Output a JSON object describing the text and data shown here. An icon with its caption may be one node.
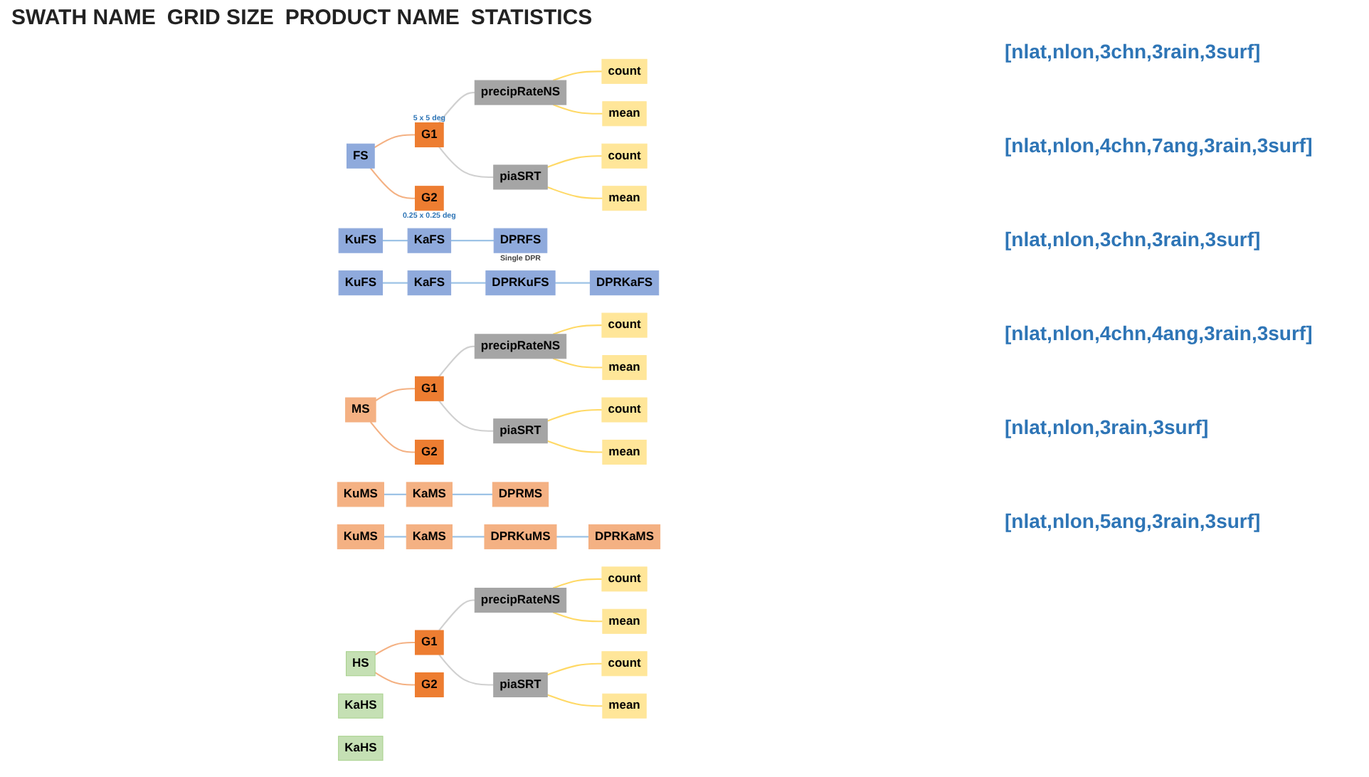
{
  "diagram": {
    "nodes": [
      {
        "text": [
          "FS"
        ]
      },
      {
        "text": [
          "G1"
        ],
        "beside": [
          "5 x 5 deg"
        ]
      },
      {
        "text": [
          "G2"
        ],
        "beside": [
          "0.25 x 0.25 deg"
        ]
      },
      {
        "text": [
          "precipRateNS"
        ]
      },
      {
        "text": [
          "piaSRT"
        ]
      },
      {
        "text": [
          "count"
        ]
      },
      {
        "text": [
          "mean"
        ]
      },
      {
        "text": [
          "count"
        ]
      },
      {
        "text": [
          "mean"
        ]
      },
      {
        "text": [
          "KuFS"
        ]
      },
      {
        "text": [
          "KaFS"
        ]
      },
      {
        "text": [
          "DPRFS"
        ],
        "beside": [
          "Single DPR"
        ]
      },
      {
        "text": [
          "KuFS"
        ]
      },
      {
        "text": [
          "KaFS"
        ]
      },
      {
        "text": [
          "DPRKuFS"
        ]
      },
      {
        "text": [
          "DPRKaFS"
        ]
      },
      {
        "text": [
          "MS"
        ]
      },
      {
        "text": [
          "G1"
        ]
      },
      {
        "text": [
          "G2"
        ]
      },
      {
        "text": [
          "precipRateNS"
        ]
      },
      {
        "text": [
          "piaSRT"
        ]
      },
      {
        "text": [
          "count"
        ]
      },
      {
        "text": [
          "mean"
        ]
      },
      {
        "text": [
          "count"
        ]
      },
      {
        "text": [
          "mean"
        ]
      },
      {
        "text": [
          "KuMS"
        ]
      },
      {
        "text": [
          "KaMS"
        ]
      },
      {
        "text": [
          "DPRMS"
        ]
      },
      {
        "text": [
          "KuMS"
        ]
      },
      {
        "text": [
          "KaMS"
        ]
      },
      {
        "text": [
          "DPRKuMS"
        ]
      },
      {
        "text": [
          "DPRKaMS"
        ]
      },
      {
        "text": [
          "HS"
        ]
      },
      {
        "text": [
          "G1"
        ]
      },
      {
        "text": [
          "G2"
        ]
      },
      {
        "text": [
          "precipRateNS"
        ]
      },
      {
        "text": [
          "piaSRT"
        ]
      },
      {
        "text": [
          "count"
        ]
      },
      {
        "text": [
          "mean"
        ]
      },
      {
        "text": [
          "count"
        ]
      },
      {
        "text": [
          "mean"
        ]
      },
      {
        "text": [
          "KaHS"
        ]
      },
      {
        "text": [
          "KaHS"
        ]
      }
    ],
    "edges": [
      {
        "from": 0,
        "to": 1,
        "arrow": "none",
        "color": "#f4b183"
      },
      {
        "from": 0,
        "to": 2,
        "arrow": "none",
        "color": "#f4b183"
      },
      {
        "from": 1,
        "to": 3,
        "arrow": "none",
        "color": "#d0d0d0"
      },
      {
        "from": 1,
        "to": 4,
        "arrow": "none",
        "color": "#d0d0d0"
      },
      {
        "from": 3,
        "to": 5,
        "arrow": "none"
      },
      {
        "from": 3,
        "to": 6,
        "arrow": "none"
      },
      {
        "from": 4,
        "to": 7,
        "arrow": "none"
      },
      {
        "from": 4,
        "to": 8,
        "arrow": "none"
      },
      {
        "from": 9,
        "to": 10,
        "arrow": "none",
        "color": "#9dc3e6"
      },
      {
        "from": 10,
        "to": 11,
        "arrow": "none",
        "color": "#9dc3e6"
      },
      {
        "from": 12,
        "to": 13,
        "arrow": "none",
        "color": "#9dc3e6"
      },
      {
        "from": 13,
        "to": 14,
        "arrow": "none",
        "color": "#9dc3e6"
      },
      {
        "from": 14,
        "to": 15,
        "arrow": "none",
        "color": "#9dc3e6"
      },
      {
        "from": 16,
        "to": 17,
        "arrow": "none",
        "color": "#f4b183"
      },
      {
        "from": 16,
        "to": 18,
        "arrow": "none",
        "color": "#f4b183"
      },
      {
        "from": 17,
        "to": 19,
        "arrow": "none",
        "color": "#d0d0d0"
      },
      {
        "from": 17,
        "to": 20,
        "arrow": "none",
        "color": "#d0d0d0"
      },
      {
        "from": 19,
        "to": 21,
        "arrow": "none"
      },
      {
        "from": 19,
        "to": 22,
        "arrow": "none"
      },
      {
        "from": 20,
        "to": 23,
        "arrow": "none"
      },
      {
        "from": 20,
        "to": 24,
        "arrow": "none"
      },
      {
        "from": 25,
        "to": 26,
        "arrow": "none",
        "color": "#9dc3e6"
      },
      {
        "from": 26,
        "to": 27,
        "arrow": "none",
        "color": "#9dc3e6"
      },
      {
        "from": 28,
        "to": 29,
        "arrow": "none",
        "color": "#9dc3e6"
      },
      {
        "from": 29,
        "to": 30,
        "arrow": "none",
        "color": "#9dc3e6"
      },
      {
        "from": 30,
        "to": 31,
        "arrow": "none",
        "color": "#9dc3e6"
      },
      {
        "from": 32,
        "to": 33,
        "arrow": "none",
        "color": "#f4b183"
      },
      {
        "from": 32,
        "to": 34,
        "arrow": "none",
        "color": "#f4b183"
      },
      {
        "from": 33,
        "to": 35,
        "arrow": "none",
        "color": "#d0d0d0"
      },
      {
        "from": 33,
        "to": 36,
        "arrow": "none",
        "color": "#d0d0d0"
      },
      {
        "from": 35,
        "to": 37,
        "arrow": "none"
      },
      {
        "from": 35,
        "to": 38,
        "arrow": "none"
      },
      {
        "from": 36,
        "to": 39,
        "arrow": "none"
      },
      {
        "from": 36,
        "to": 40,
        "arrow": "none"
      }
    ],
    "labels": [
      "SWATH NAME",
      "GRID SIZE",
      "PRODUCT NAME",
      "STATISTICS",
      "[nlat,nlon,3chn,3rain,3surf]",
      "[nlat,nlon,4chn,7ang,3rain,3surf]",
      "[nlat,nlon,3chn,3rain,3surf]",
      "[nlat,nlon,4chn,4ang,3rain,3surf]",
      "[nlat,nlon,3rain,3surf]",
      "[nlat,nlon,5ang,3rain,3surf]"
    ]
  }
}
